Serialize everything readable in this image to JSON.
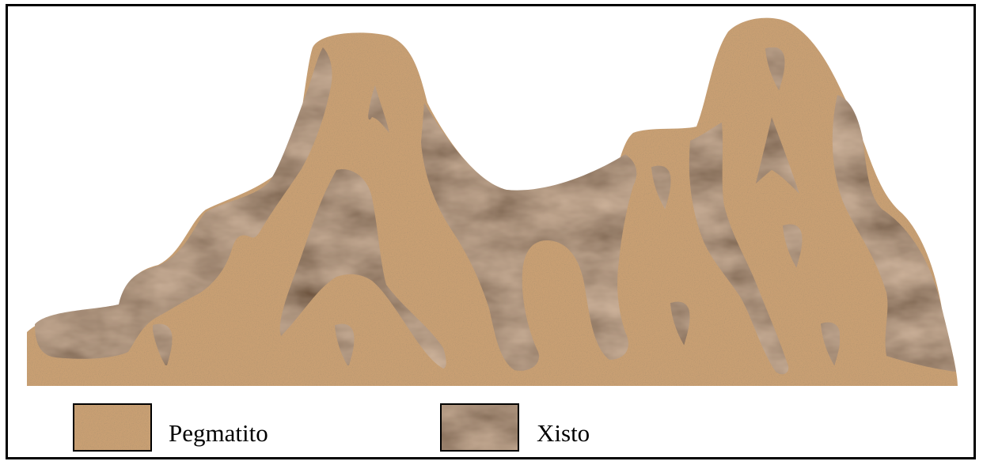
{
  "legend": {
    "items": [
      {
        "label": "Pegmatito",
        "texture": "sand-granular",
        "color": "#c49a6c"
      },
      {
        "label": "Xisto",
        "texture": "dark-marble",
        "color": "#4a3325"
      }
    ]
  },
  "colors": {
    "pegmatito": "#c49a6c",
    "xisto": "#4a3325",
    "outline": "#000000"
  }
}
